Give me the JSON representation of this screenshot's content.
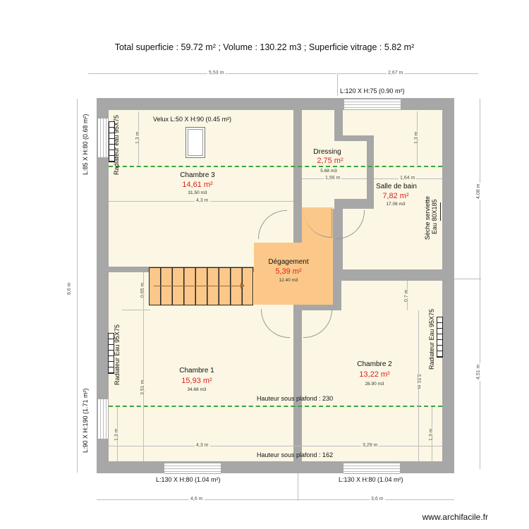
{
  "header": {
    "summary": "Total superficie : 59.72 m² ; Volume : 130.22 m3 ; Superficie vitrage : 5.82 m²"
  },
  "dimensions": {
    "top_left": "5,53 m",
    "top_right": "2,67 m",
    "bottom_left": "4,6 m",
    "bottom_right": "3,6 m",
    "left_total": "8,6 m",
    "right_top": "4,08 m",
    "right_bottom": "4,51 m",
    "chambre3_height": "1,3 m",
    "chambre3_width": "4,3 m",
    "dressing_width": "1,56 m",
    "sdb_width": "1,64 m",
    "sdb_height": "1,3 m",
    "chambre1_stair_gap": "0,65 m",
    "chambre1_depth": "3,51 m",
    "chambre1_low": "1,3 m",
    "chambre1_width": "4,3 m",
    "chambre2_top": "0,7 m",
    "chambre2_depth": "3,51 m",
    "chambre2_low": "1,3 m",
    "chambre2_width": "3,29 m"
  },
  "rooms": {
    "chambre3": {
      "name": "Chambre 3",
      "area": "14,61 m²",
      "volume": "31.50 m3"
    },
    "dressing": {
      "name": "Dressing",
      "area": "2,75 m²",
      "volume": "5.68 m3"
    },
    "sdb": {
      "name": "Salle de bain",
      "area": "7,82 m²",
      "volume": "17.06 m3"
    },
    "degagement": {
      "name": "Dégagement",
      "area": "5,39 m²",
      "volume": "12.40 m3"
    },
    "chambre1": {
      "name": "Chambre 1",
      "area": "15,93 m²",
      "volume": "34.68 m3"
    },
    "chambre2": {
      "name": "Chambre 2",
      "area": "13,22 m²",
      "volume": "28.90 m3"
    }
  },
  "labels": {
    "velux": "Velux L:50 X H:90 (0.45 m²)",
    "window_top": "L:120 X H:75 (0.90 m²)",
    "window_left_top": "L:85 X H:80 (0.68 m²)",
    "window_left_bottom": "L:90 X H:190 (1.71 m²)",
    "window_bottom_left": "L:130 X H:80 (1.04 m²)",
    "window_bottom_right": "L:130 X H:80 (1.04 m²)",
    "radiator_ch3": "Radiateur eau 95X75",
    "radiator_ch1": "Radiateur Eau 95X75",
    "radiator_ch2": "Radiateur Eau 95X75",
    "towel_rail_1": "Sèche serviette",
    "towel_rail_2": "Eau 80X185",
    "ceiling_230": "Hauteur sous plafond : 230",
    "ceiling_162": "Hauteur sous plafond : 162"
  },
  "footer": {
    "site": "www.archifacile.fr"
  },
  "colors": {
    "wall": "#a7a7a7",
    "room": "#fbf7e4",
    "hall": "#fbc88a",
    "area_text": "#e0201b",
    "ceiling_line": "#3aa53a"
  }
}
